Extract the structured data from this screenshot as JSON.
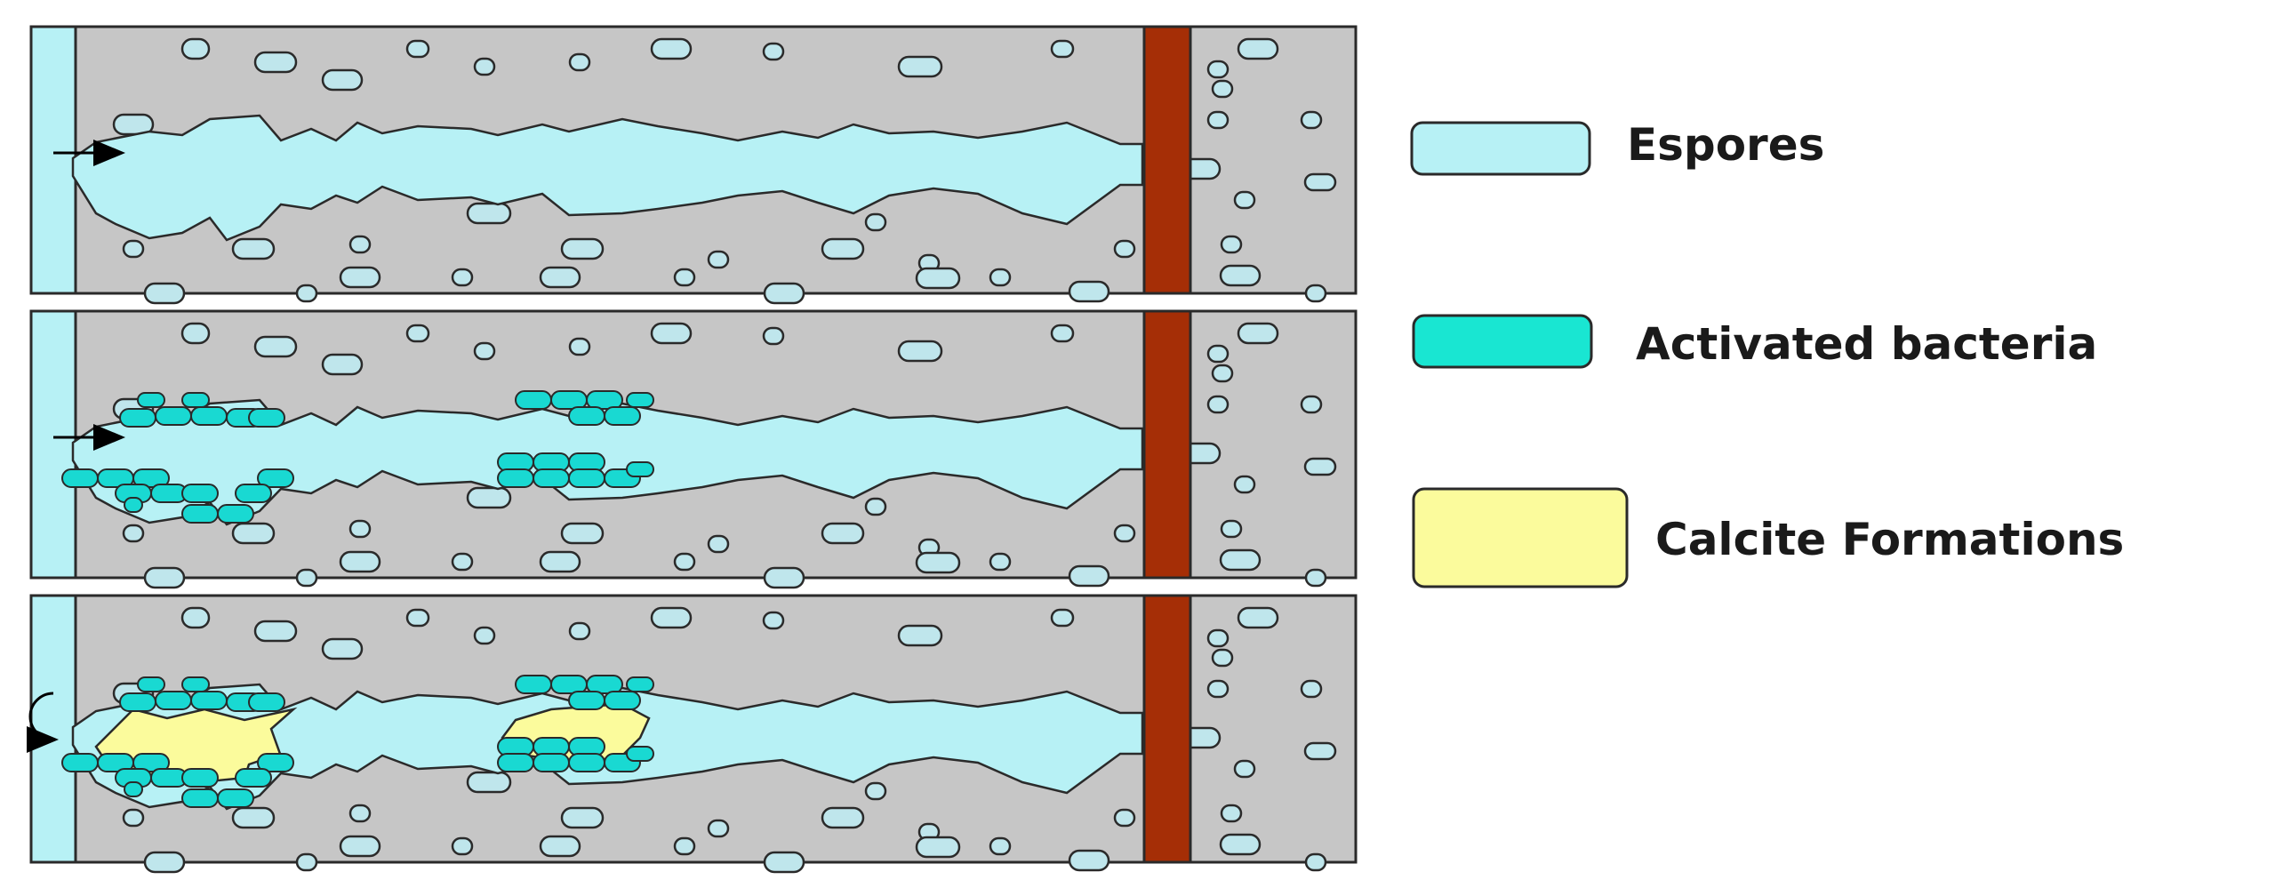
{
  "legend": {
    "items": [
      {
        "key": "spores",
        "label": "Espores",
        "fill": "#b7f1f5",
        "stroke": "#2a2a2a"
      },
      {
        "key": "activated",
        "label": "Activated bacteria",
        "fill": "#19e6d2",
        "stroke": "#2a2a2a"
      },
      {
        "key": "calcite",
        "label": "Calcite Formations",
        "fill": "#fbfb9c",
        "stroke": "#2a2a2a"
      }
    ]
  },
  "colors": {
    "concrete": "#c6c6c6",
    "crack": "#b7f1f5",
    "spore": "#bfe6ec",
    "bacteria": "#19d9d2",
    "calcite": "#fbfb9c",
    "rebar": "#a52e06",
    "outline": "#2a2a2a"
  },
  "panels": [
    {
      "stage": "spores",
      "flow_in": true,
      "bacteria": false,
      "calcite": false
    },
    {
      "stage": "activated",
      "flow_in": true,
      "bacteria": true,
      "calcite": false
    },
    {
      "stage": "calcite",
      "flow_in": false,
      "bacteria": true,
      "calcite": true
    }
  ]
}
